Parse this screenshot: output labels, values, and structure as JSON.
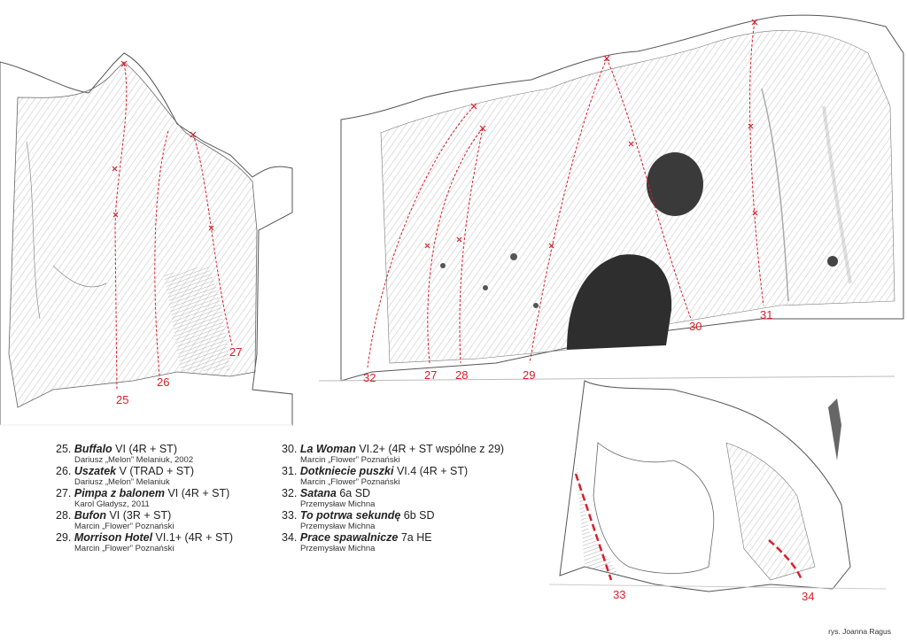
{
  "topo": {
    "route_labels": [
      "25",
      "26",
      "27",
      "28",
      "29",
      "30",
      "31",
      "32",
      "33",
      "34"
    ],
    "line_color": "#d8202a"
  },
  "routes": [
    {
      "number": "25.",
      "name": "Buffalo",
      "grade": " VI  (4R + ST)",
      "author": "Dariusz „Melon” Melaniuk, 2002"
    },
    {
      "number": "26.",
      "name": "Uszatek",
      "grade": "  V  (TRAD + ST)",
      "author": "Dariusz „Melon” Melaniuk"
    },
    {
      "number": "27.",
      "name": "Pimpa z balonem",
      "grade": "  VI  (4R + ST)",
      "author": "Karol Gładysz, 2011"
    },
    {
      "number": "28.",
      "name": "Bufon",
      "grade": "  VI  (3R + ST)",
      "author": "Marcin „Flower” Poznański"
    },
    {
      "number": "29.",
      "name": "Morrison Hotel",
      "grade": "  VI.1+  (4R + ST)",
      "author": "Marcin „Flower” Poznański"
    },
    {
      "number": "30.",
      "name": "La Woman",
      "grade": "   VI.2+ (4R + ST wspólne z 29)",
      "author": "Marcin „Flower” Poznański"
    },
    {
      "number": "31.",
      "name": "Dotkniecie puszki",
      "grade": "  VI.4  (4R + ST)",
      "author": "Marcin „Flower” Poznański"
    },
    {
      "number": "32.",
      "name": "Satana",
      "grade": "   6a SD",
      "author": "Przemysław Michna"
    },
    {
      "number": "33.",
      "name": "To potrwa sekundę",
      "grade": "  6b SD",
      "author": "Przemysław Michna"
    },
    {
      "number": "34.",
      "name": "Prace spawalnicze",
      "grade": "  7a HE",
      "author": "Przemysław Michna"
    }
  ],
  "credit": "rys. Joanna Ragus"
}
